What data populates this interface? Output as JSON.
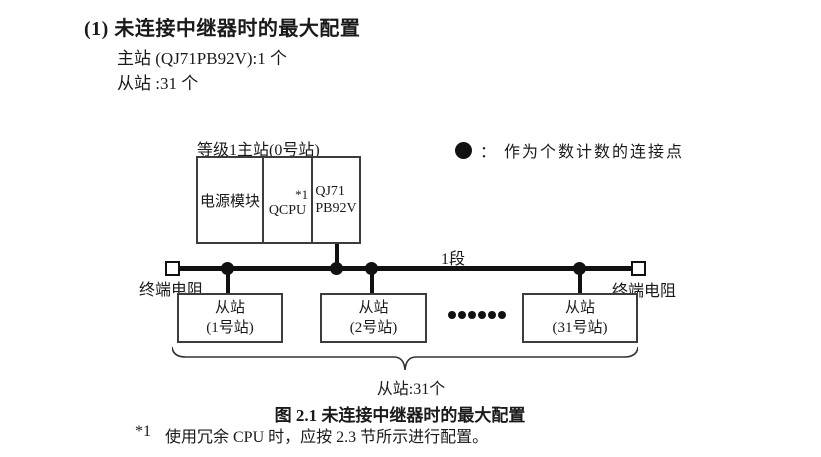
{
  "header": {
    "heading": "(1) 未连接中继器时的最大配置",
    "line1": "主站 (QJ71PB92V):1 个",
    "line2": "从站 :31 个"
  },
  "legend": {
    "symbol": "connection-point-dot",
    "separator": "：",
    "text": "作为个数计数的连接点"
  },
  "diagram": {
    "master": {
      "label": "等级1主站(0号站)",
      "module1": "电源模块",
      "module2": "QCPU",
      "module2_note": "*1",
      "module3_line1": "QJ71",
      "module3_line2": "PB92V"
    },
    "segment_label": "1段",
    "terminator_left_label": "终端电阻",
    "terminator_right_label": "终端电阻",
    "slaves": [
      {
        "line1": "从站",
        "line2": "(1号站)"
      },
      {
        "line1": "从站",
        "line2": "(2号站)"
      },
      {
        "line1": "从站",
        "line2": "(31号站)"
      }
    ],
    "ellipsis_dots": 6,
    "brace_label": "从站:31个"
  },
  "caption": "图 2.1 未连接中继器时的最大配置",
  "footnote": {
    "marker": "*1",
    "text": "使用冗余 CPU 时，应按 2.3 节所示进行配置。"
  }
}
